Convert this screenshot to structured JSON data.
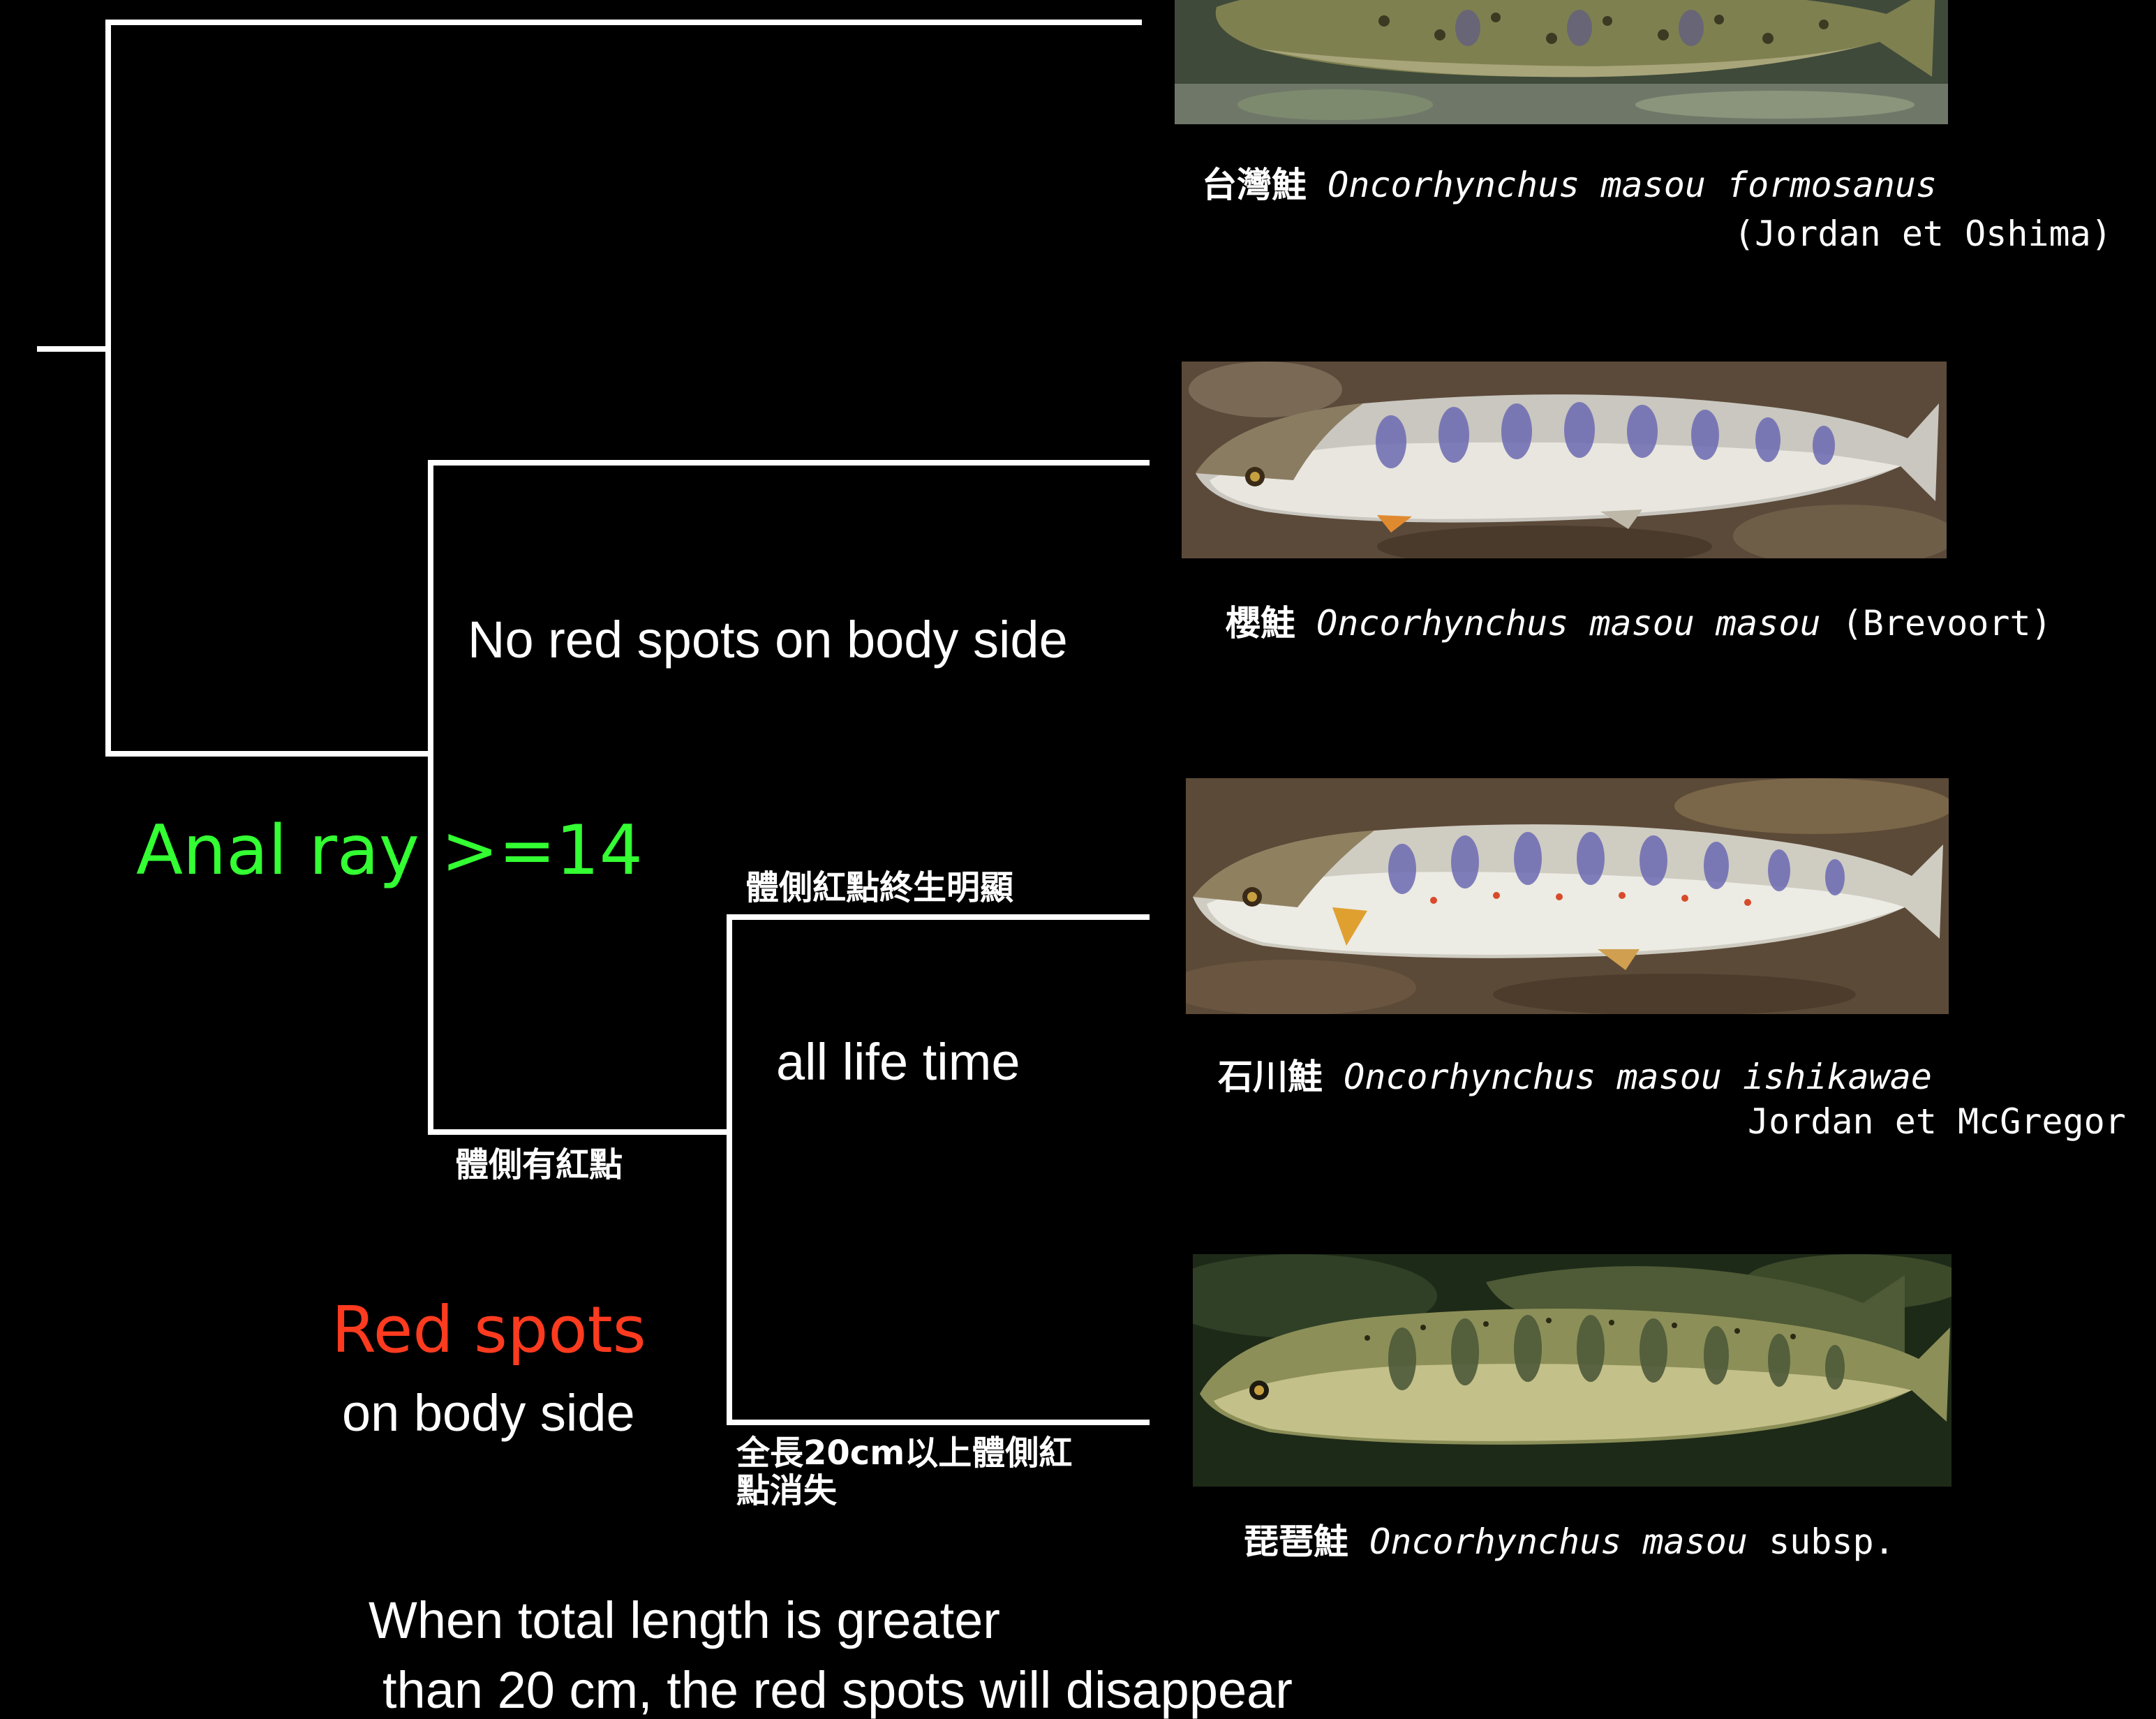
{
  "branch_labels": {
    "no_red_spots": "No red spots on body side",
    "anal_ray": "Anal ray >=14",
    "red_spots_title": "Red spots",
    "red_spots_sub": "on body side",
    "has_red_spots_zh": "體側有紅點",
    "lifelong_zh": "體側紅點終生明顯",
    "all_life_time": "all life time",
    "disappear_zh_line1": "全長20cm以上體側紅",
    "disappear_zh_line2": "點消失",
    "disappear_en_line1": "When total length is greater",
    "disappear_en_line2": "than 20 cm, the red spots will disappear"
  },
  "species": [
    {
      "zh": "台灣鮭",
      "scientific": "Oncorhynchus masou formosanus",
      "authority": "(Jordan et Oshima)",
      "photo_icon": "trout-photo-icon"
    },
    {
      "zh": "櫻鮭",
      "scientific": "Oncorhynchus masou masou",
      "authority": "(Brevoort)",
      "photo_icon": "trout-photo-icon"
    },
    {
      "zh": "石川鮭",
      "scientific": "Oncorhynchus masou ishikawae",
      "authority": "Jordan et McGregor",
      "photo_icon": "trout-photo-icon"
    },
    {
      "zh": "琵琶鮭",
      "scientific": "Oncorhynchus masou",
      "authority": "subsp.",
      "photo_icon": "trout-photo-icon"
    }
  ],
  "colors": {
    "background": "#000000",
    "tree_lines": "#ffffff",
    "anal_ray": "#33ff33",
    "red_spots": "#ff3b1f",
    "text": "#ffffff"
  }
}
